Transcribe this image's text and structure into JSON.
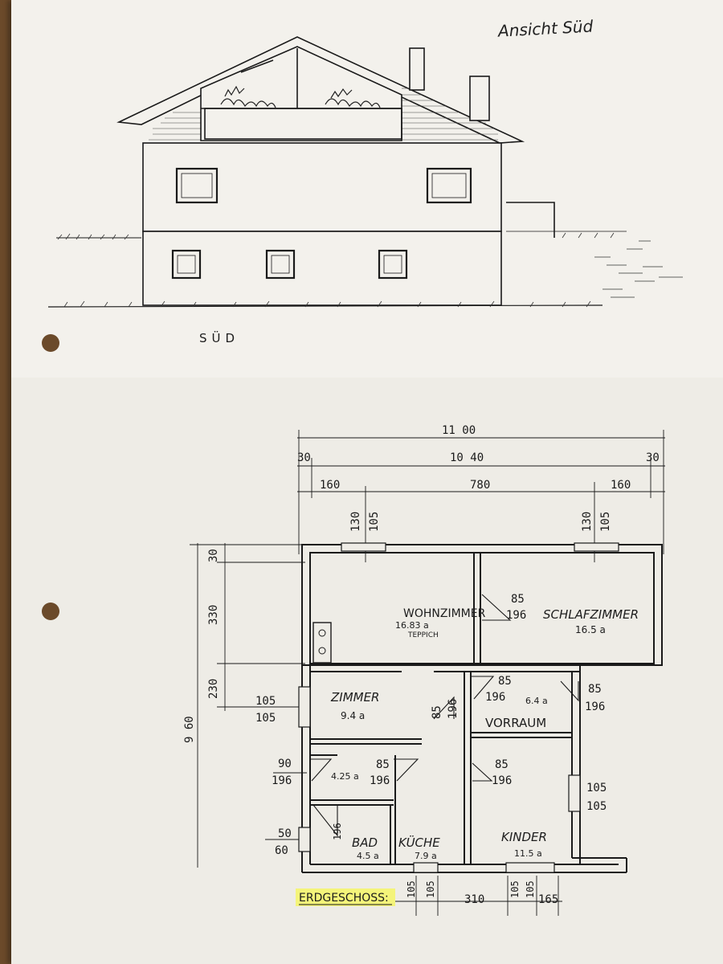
{
  "header": {
    "handwritten_title": "Ansicht Süd",
    "elevation_label": "SÜD"
  },
  "plan": {
    "title": "ERDGESCHOSS:",
    "highlight_color": "#f4f47a",
    "rooms": [
      {
        "name": "WOHNZIMMER",
        "area": "16.83 a",
        "note": "TEPPICH"
      },
      {
        "name": "SCHLAFZIMMER",
        "area": "16.5 a"
      },
      {
        "name": "ZIMMER",
        "area": "9.4 a"
      },
      {
        "name": "VORRAUM",
        "area": "6.4 a"
      },
      {
        "name": "BAD",
        "area": "4.5 a"
      },
      {
        "name": "KÜCHE",
        "area": "7.9 a"
      },
      {
        "name": "KINDER",
        "area": "11.5 a"
      },
      {
        "name": "",
        "area": "4.25 a"
      }
    ],
    "dims_top": {
      "overall": "11 00",
      "inner": "10 40",
      "wall_left": "30",
      "wall_right": "30",
      "seg_left": "160",
      "seg_mid": "780",
      "seg_right": "160"
    },
    "dims_left": {
      "total": "9 60",
      "d30": "30",
      "d330": "330",
      "d230": "230"
    },
    "openings": [
      {
        "id": "w-top-left",
        "a": "130",
        "b": "105"
      },
      {
        "id": "w-top-right",
        "a": "130",
        "b": "105"
      },
      {
        "id": "d-wohn",
        "a": "85",
        "b": "196"
      },
      {
        "id": "w-zimmer",
        "a": "105",
        "b": "105"
      },
      {
        "id": "d-vorraum-left",
        "a": "85",
        "b": "196"
      },
      {
        "id": "d-vorraum-right",
        "a": "85",
        "b": "196"
      },
      {
        "id": "d-zimmer",
        "a": "85",
        "b": "196"
      },
      {
        "id": "d-wc-left",
        "a": "90",
        "b": "196"
      },
      {
        "id": "d-wc-mid",
        "a": "85",
        "b": "196"
      },
      {
        "id": "d-kinder",
        "a": "85",
        "b": "196"
      },
      {
        "id": "w-kinder-right",
        "a": "105",
        "b": "105"
      },
      {
        "id": "w-bad-left",
        "a": "50",
        "b": "60"
      },
      {
        "id": "d-bad",
        "a": "",
        "b": "196"
      }
    ],
    "dims_bottom": {
      "d1": "105",
      "d2": "105",
      "d310": "310",
      "d4": "105",
      "d5": "105",
      "d165": "165"
    }
  }
}
